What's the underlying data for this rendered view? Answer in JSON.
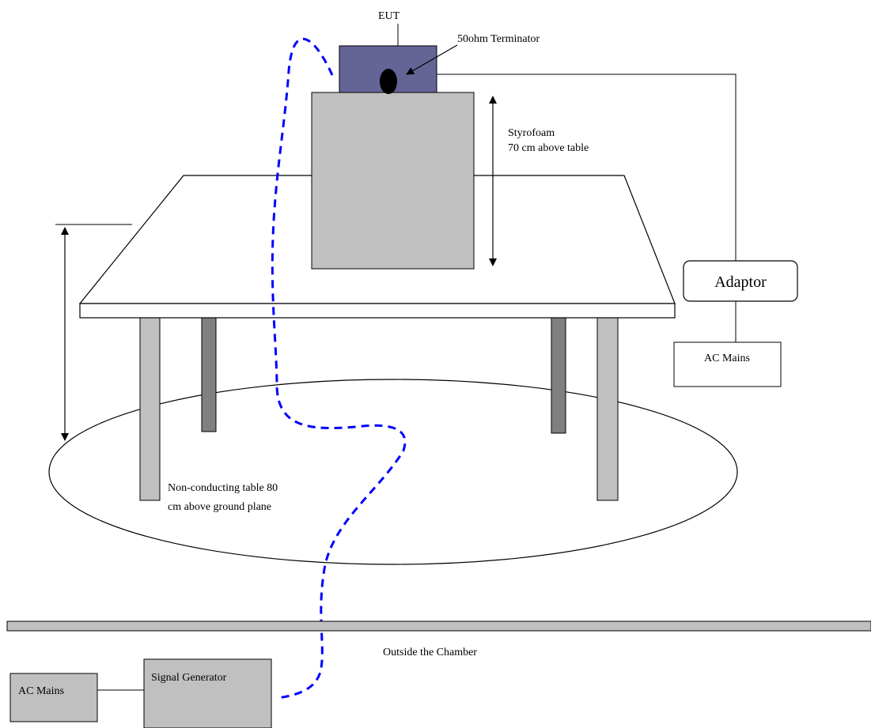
{
  "labels": {
    "eut": "EUT",
    "terminator": "50ohm Terminator",
    "styrofoam_line1": "Styrofoam",
    "styrofoam_line2": "70 cm above table",
    "adaptor": "Adaptor",
    "ac_mains_right": "AC Mains",
    "table_line1": "Non-conducting table 80",
    "table_line2": "cm above ground plane",
    "outside": "Outside the Chamber",
    "ac_mains_left": "AC Mains",
    "signal_generator": "Signal Generator"
  },
  "colors": {
    "eut_box": "#646496",
    "styrofoam": "#c0c0c0",
    "table_leg_light": "#c0c0c0",
    "table_leg_dark": "#808080",
    "cable": "#0000ff",
    "outline": "#000000"
  }
}
